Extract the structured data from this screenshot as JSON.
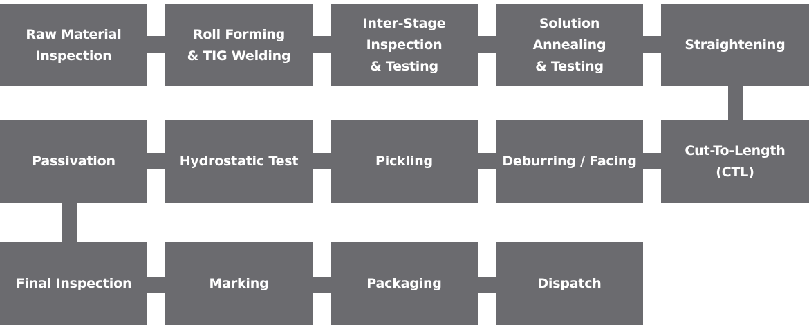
{
  "diagram": {
    "steps": [
      {
        "id": "raw-material-inspection",
        "label": "Raw Material\nInspection"
      },
      {
        "id": "roll-forming-tig-welding",
        "label": "Roll Forming\n& TIG Welding"
      },
      {
        "id": "inter-stage-inspection-testing",
        "label": "Inter-Stage\nInspection\n& Testing"
      },
      {
        "id": "solution-annealing-testing",
        "label": "Solution\nAnnealing\n& Testing"
      },
      {
        "id": "straightening",
        "label": "Straightening"
      },
      {
        "id": "cut-to-length",
        "label": "Cut-To-Length\n(CTL)"
      },
      {
        "id": "deburring-facing",
        "label": "Deburring / Facing"
      },
      {
        "id": "pickling",
        "label": "Pickling"
      },
      {
        "id": "hydrostatic-test",
        "label": "Hydrostatic Test"
      },
      {
        "id": "passivation",
        "label": "Passivation"
      },
      {
        "id": "final-inspection",
        "label": "Final Inspection"
      },
      {
        "id": "marking",
        "label": "Marking"
      },
      {
        "id": "packaging",
        "label": "Packaging"
      },
      {
        "id": "dispatch",
        "label": "Dispatch"
      }
    ],
    "colors": {
      "box": "#6b6b6f",
      "text": "#ffffff",
      "background": "#ffffff"
    }
  }
}
